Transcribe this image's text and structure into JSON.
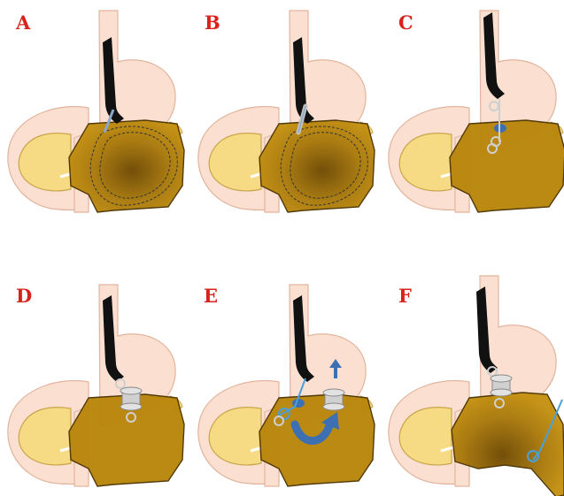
{
  "panels": [
    {
      "letter": "A"
    },
    {
      "letter": "B"
    },
    {
      "letter": "C"
    },
    {
      "letter": "D"
    },
    {
      "letter": "E"
    },
    {
      "letter": "F"
    }
  ],
  "colors": {
    "label": "#d8231c",
    "stomach_fill": "#fbe0d1",
    "stomach_stroke": "#e2b49d",
    "pancreas_fill": "#f7da84",
    "pancreas_stroke": "#c9a64c",
    "cyst_fill": "#b9860a",
    "cyst_dark": "#7a5200",
    "cyst_stroke": "#4a3200",
    "endoscope": "#111111",
    "needle": "#8aa9c9",
    "stent": "#c2c2c2",
    "guidewire": "#4aa0d8",
    "arrow": "#3d6fb3"
  }
}
